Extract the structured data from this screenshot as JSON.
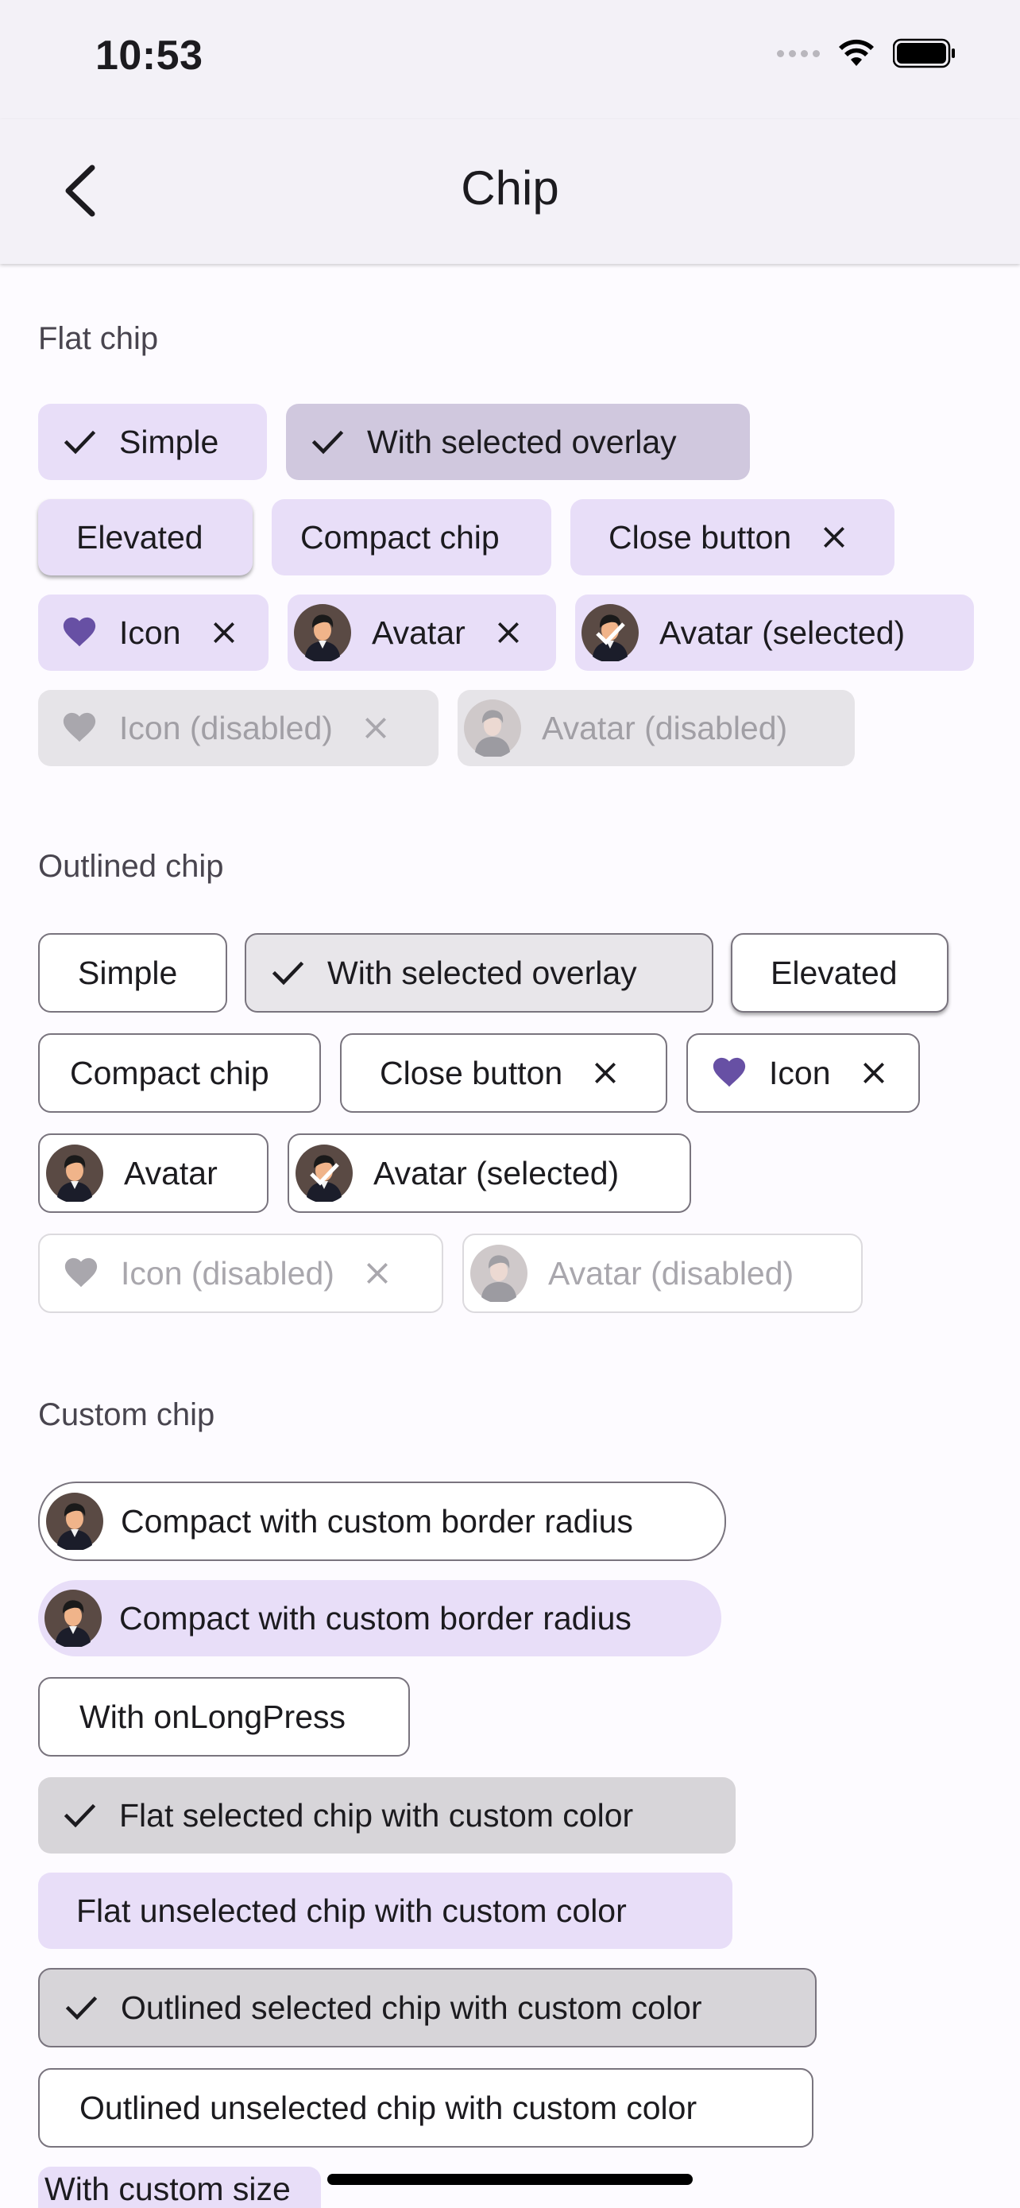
{
  "status": {
    "time": "10:53"
  },
  "app_bar": {
    "title": "Chip"
  },
  "flat": {
    "title": "Flat chip",
    "simple": "Simple",
    "overlay": "With selected overlay",
    "elevated": "Elevated",
    "compact": "Compact chip",
    "close": "Close button",
    "icon": "Icon",
    "avatar": "Avatar",
    "avatar_selected": "Avatar (selected)",
    "icon_disabled": "Icon (disabled)",
    "avatar_disabled": "Avatar (disabled)"
  },
  "outlined": {
    "title": "Outlined chip",
    "simple": "Simple",
    "overlay": "With selected overlay",
    "elevated": "Elevated",
    "compact": "Compact chip",
    "close": "Close button",
    "icon": "Icon",
    "avatar": "Avatar",
    "avatar_selected": "Avatar (selected)",
    "icon_disabled": "Icon (disabled)",
    "avatar_disabled": "Avatar (disabled)"
  },
  "custom": {
    "title": "Custom chip",
    "radius_outlined": "Compact with custom border radius",
    "radius_flat": "Compact with custom border radius",
    "long_press": "With onLongPress",
    "flat_selected": "Flat selected chip with custom color",
    "flat_unselected": "Flat unselected chip with custom color",
    "outlined_selected": "Outlined selected chip with custom color",
    "outlined_unselected": "Outlined unselected chip with custom color",
    "custom_size": "With custom size"
  },
  "colors": {
    "accent": "#6750a4",
    "chip_flat": "#e8def8",
    "outline": "#79747e"
  }
}
